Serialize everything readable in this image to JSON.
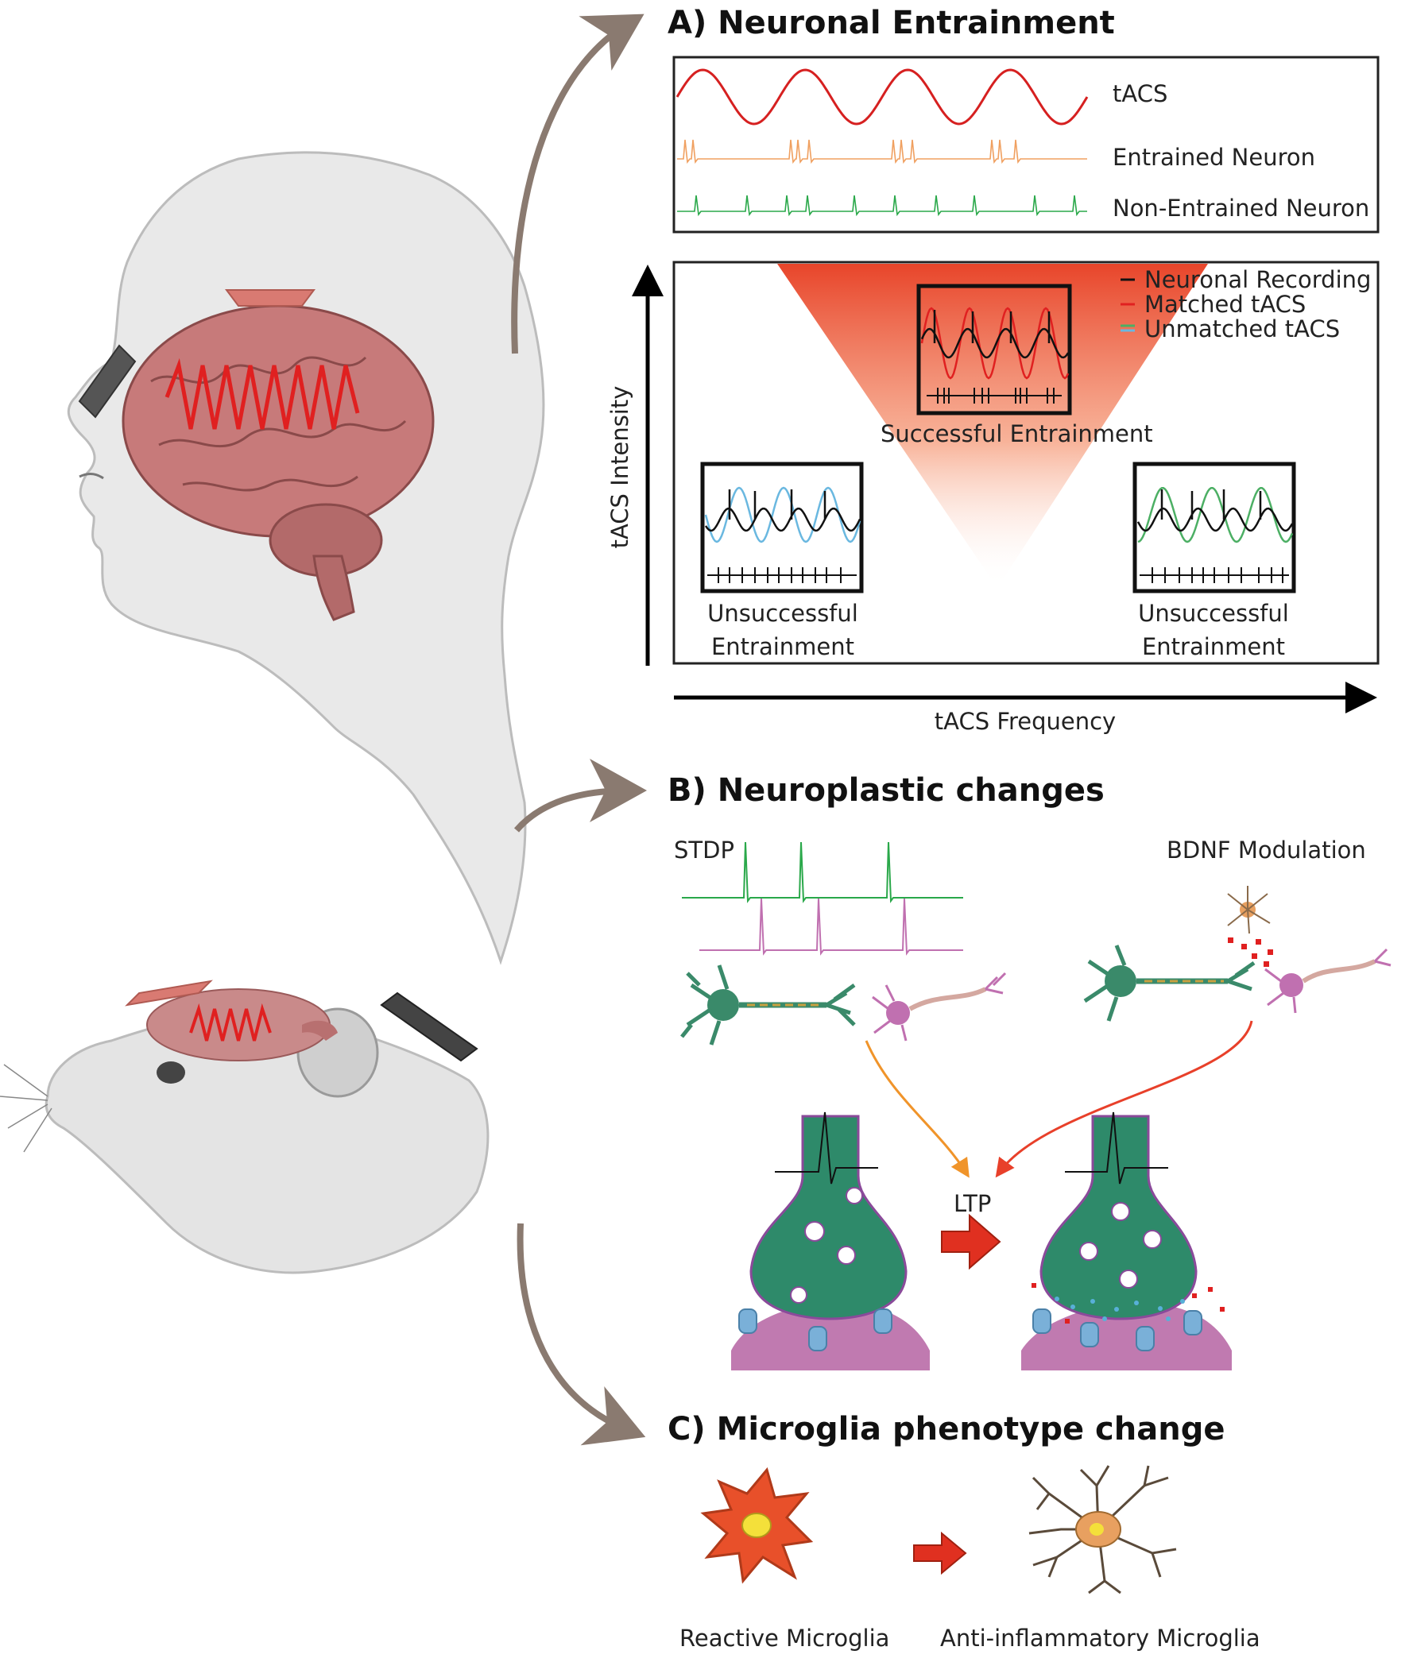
{
  "sections": {
    "a_title": "A) Neuronal Entrainment",
    "b_title": "B) Neuroplastic changes",
    "c_title": "C) Microglia phenotype change"
  },
  "panel_a": {
    "trace_labels": [
      "tACS",
      "Entrained Neuron",
      "Non-Entrained Neuron"
    ],
    "legend": [
      "Neuronal Recording",
      "Matched tACS",
      "Unmatched tACS"
    ],
    "successful": "Successful Entrainment",
    "unsuccessful_line1": "Unsuccessful",
    "unsuccessful_line2": "Entrainment",
    "y_axis": "tACS Intensity",
    "x_axis": "tACS Frequency"
  },
  "panel_b": {
    "stdp": "STDP",
    "bdnf": "BDNF Modulation",
    "ltp": "LTP"
  },
  "panel_c": {
    "reactive": "Reactive Microglia",
    "anti": "Anti-inflammatory Microglia"
  },
  "colors": {
    "tacs_red": "#d62020",
    "entrained_orange": "#f0a060",
    "non_entrained_green": "#2aa84a",
    "unmatched_blue": "#6ab8e0",
    "unmatched_green": "#4caf64",
    "arrow_brown": "#8a7a70",
    "terminal_green": "#2e8a6a",
    "post_magenta": "#c070b0",
    "receptor_blue": "#7ab0d8"
  }
}
